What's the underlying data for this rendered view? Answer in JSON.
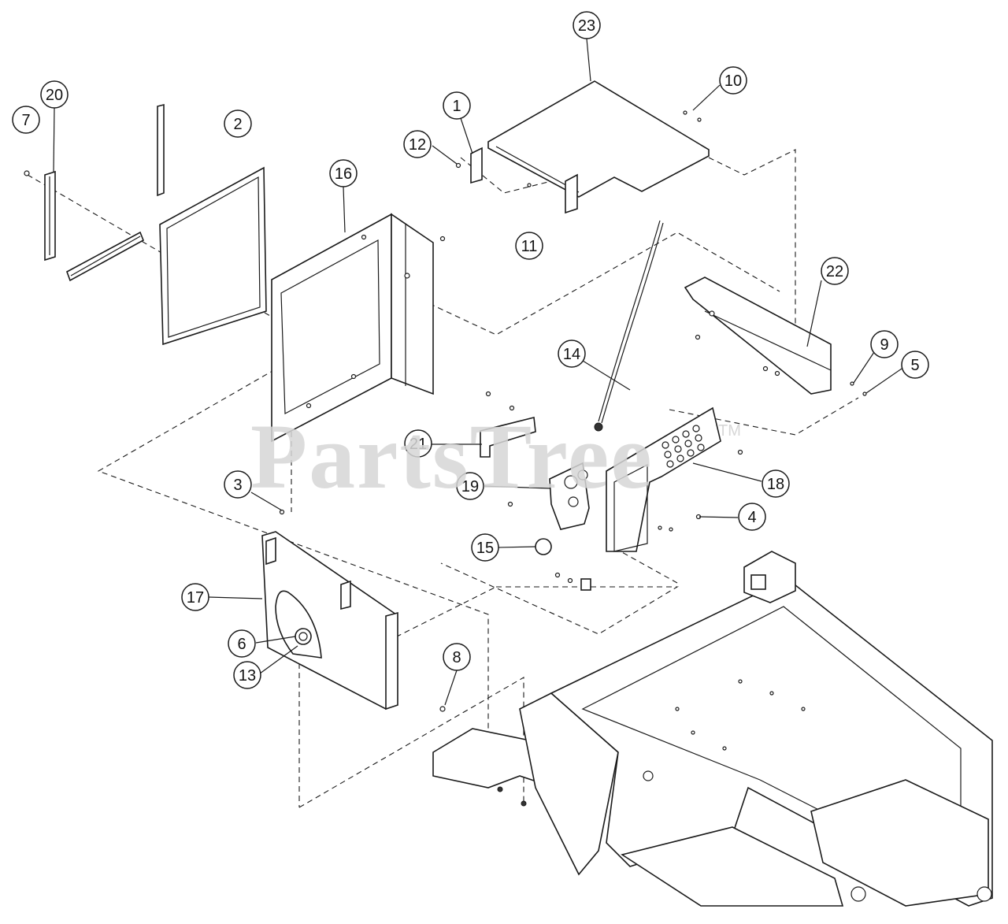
{
  "watermark": {
    "text": "PartsTree",
    "trademark": "TM"
  },
  "callouts": [
    {
      "id": "c1",
      "label": "1"
    },
    {
      "id": "c2",
      "label": "2"
    },
    {
      "id": "c3",
      "label": "3"
    },
    {
      "id": "c4",
      "label": "4"
    },
    {
      "id": "c5",
      "label": "5"
    },
    {
      "id": "c6",
      "label": "6"
    },
    {
      "id": "c7",
      "label": "7"
    },
    {
      "id": "c8",
      "label": "8"
    },
    {
      "id": "c9",
      "label": "9"
    },
    {
      "id": "c10",
      "label": "10"
    },
    {
      "id": "c11",
      "label": "11"
    },
    {
      "id": "c12",
      "label": "12"
    },
    {
      "id": "c13",
      "label": "13"
    },
    {
      "id": "c14",
      "label": "14"
    },
    {
      "id": "c15",
      "label": "15"
    },
    {
      "id": "c16",
      "label": "16"
    },
    {
      "id": "c17",
      "label": "17"
    },
    {
      "id": "c18",
      "label": "18"
    },
    {
      "id": "c19",
      "label": "19"
    },
    {
      "id": "c20",
      "label": "20"
    },
    {
      "id": "c21",
      "label": "21"
    },
    {
      "id": "c22",
      "label": "22"
    },
    {
      "id": "c23",
      "label": "23"
    }
  ]
}
